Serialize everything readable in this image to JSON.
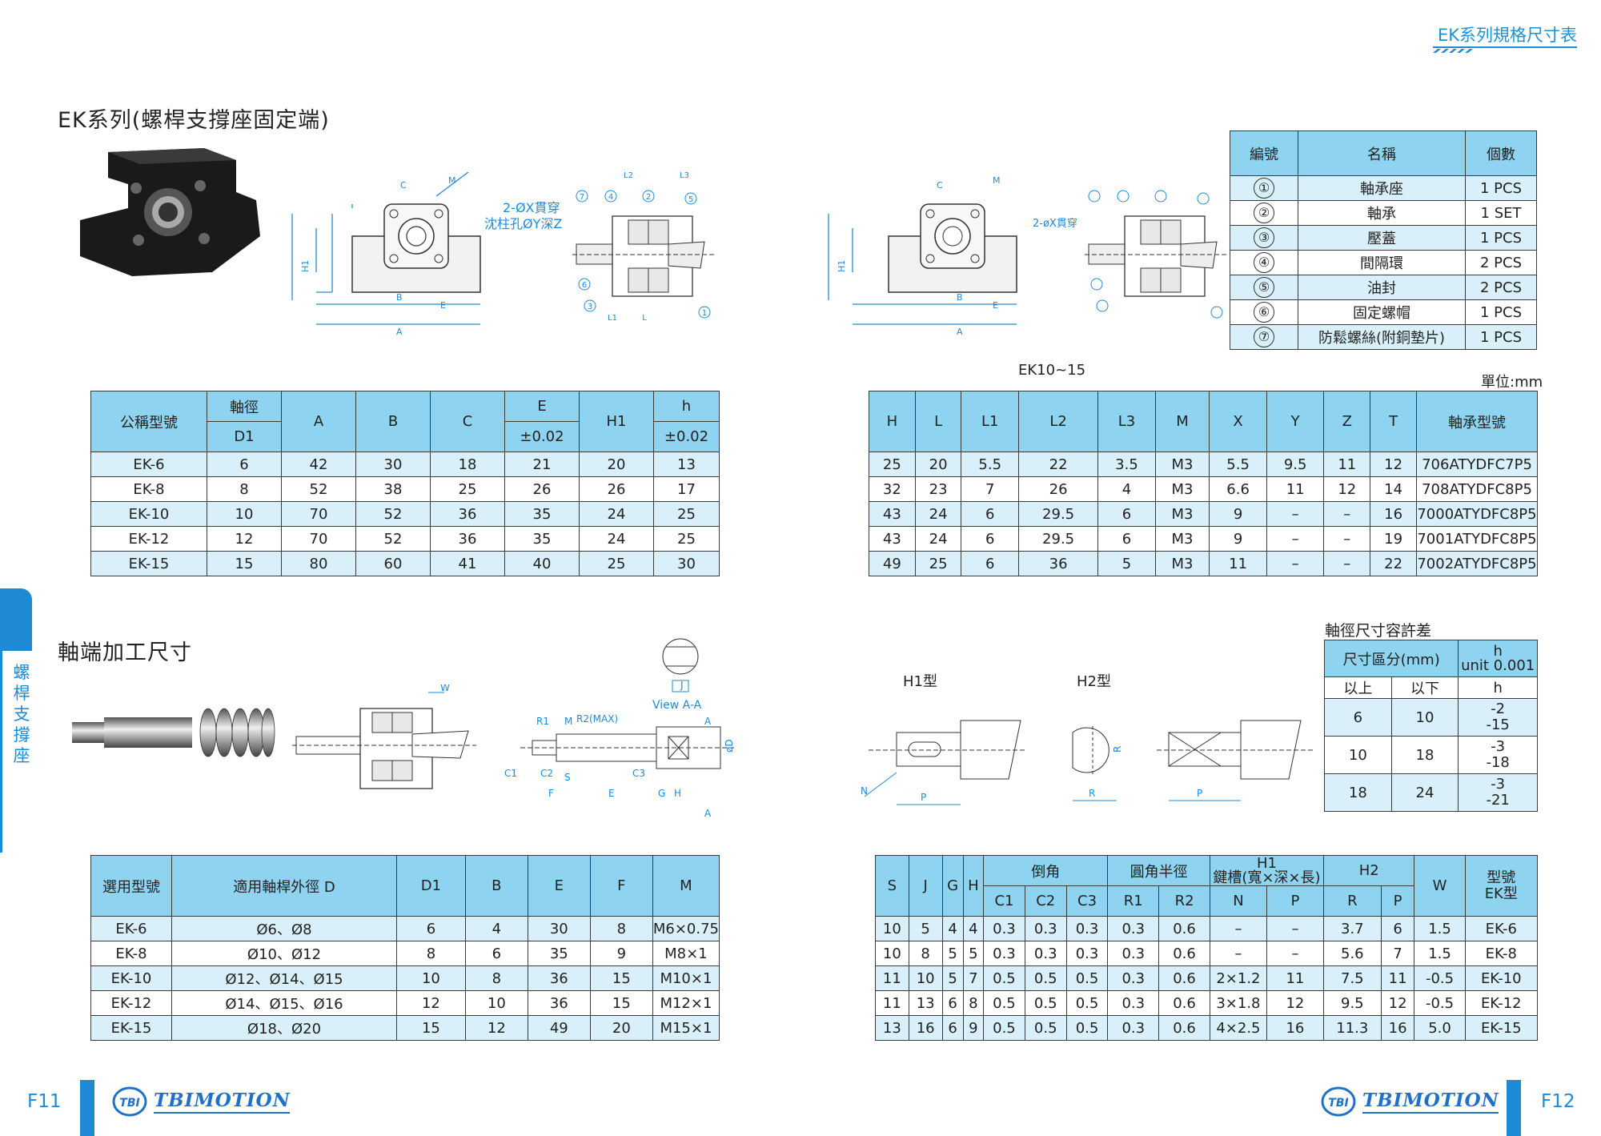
{
  "header": {
    "title": "EK系列規格尺寸表"
  },
  "section1": {
    "title": "EK系列(螺桿支撐座固定端)"
  },
  "section2": {
    "title": "軸端加工尺寸"
  },
  "sidebar": {
    "text": [
      "螺",
      "桿",
      "支",
      "撐",
      "座"
    ]
  },
  "parts_table": {
    "headers": [
      "編號",
      "名稱",
      "個數"
    ],
    "rows": [
      {
        "no": "①",
        "name": "軸承座",
        "qty": "1 PCS"
      },
      {
        "no": "②",
        "name": "軸承",
        "qty": "1 SET"
      },
      {
        "no": "③",
        "name": "壓蓋",
        "qty": "1 PCS"
      },
      {
        "no": "④",
        "name": "間隔環",
        "qty": "2 PCS"
      },
      {
        "no": "⑤",
        "name": "油封",
        "qty": "2 PCS"
      },
      {
        "no": "⑥",
        "name": "固定螺帽",
        "qty": "1 PCS"
      },
      {
        "no": "⑦",
        "name": "防鬆螺絲(附銅墊片)",
        "qty": "1 PCS"
      }
    ]
  },
  "drawing_labels": {
    "ek10_15": "EK10~15",
    "unit": "單位:mm",
    "hole_note1": "2-ØX貫穿",
    "hole_note2": "沈柱孔ØY深Z",
    "hole_note3": "2-øX貫穿",
    "h1_type": "H1型",
    "h2_type": "H2型",
    "view_a": "View A-A"
  },
  "dim_table_left": {
    "headers": [
      "公稱型號",
      "軸徑",
      "D1",
      "A",
      "B",
      "C",
      "E",
      "±0.02",
      "H1",
      "h",
      "±0.02"
    ],
    "rows": [
      [
        "EK-6",
        "6",
        "42",
        "30",
        "18",
        "21",
        "20",
        "13"
      ],
      [
        "EK-8",
        "8",
        "52",
        "38",
        "25",
        "26",
        "26",
        "17"
      ],
      [
        "EK-10",
        "10",
        "70",
        "52",
        "36",
        "35",
        "24",
        "25"
      ],
      [
        "EK-12",
        "12",
        "70",
        "52",
        "36",
        "35",
        "24",
        "25"
      ],
      [
        "EK-15",
        "15",
        "80",
        "60",
        "41",
        "40",
        "25",
        "30"
      ]
    ]
  },
  "dim_table_right": {
    "headers": [
      "H",
      "L",
      "L1",
      "L2",
      "L3",
      "M",
      "X",
      "Y",
      "Z",
      "T",
      "軸承型號"
    ],
    "rows": [
      [
        "25",
        "20",
        "5.5",
        "22",
        "3.5",
        "M3",
        "5.5",
        "9.5",
        "11",
        "12",
        "706ATYDFC7P5"
      ],
      [
        "32",
        "23",
        "7",
        "26",
        "4",
        "M3",
        "6.6",
        "11",
        "12",
        "14",
        "708ATYDFC8P5"
      ],
      [
        "43",
        "24",
        "6",
        "29.5",
        "6",
        "M3",
        "9",
        "–",
        "–",
        "16",
        "7000ATYDFC8P5"
      ],
      [
        "43",
        "24",
        "6",
        "29.5",
        "6",
        "M3",
        "9",
        "–",
        "–",
        "19",
        "7001ATYDFC8P5"
      ],
      [
        "49",
        "25",
        "6",
        "36",
        "5",
        "M3",
        "11",
        "–",
        "–",
        "22",
        "7002ATYDFC8P5"
      ]
    ]
  },
  "tolerance_table": {
    "title": "軸徑尺寸容許差",
    "headers": [
      "尺寸區分(mm)",
      "h",
      "unit 0.001",
      "以上",
      "以下",
      "h"
    ],
    "rows": [
      {
        "from": "6",
        "to": "10",
        "h1": "-2",
        "h2": "-15"
      },
      {
        "from": "10",
        "to": "18",
        "h1": "-3",
        "h2": "-18"
      },
      {
        "from": "18",
        "to": "24",
        "h1": "-3",
        "h2": "-21"
      }
    ]
  },
  "shaft_table_left": {
    "headers": [
      "選用型號",
      "適用軸桿外徑 D",
      "D1",
      "B",
      "E",
      "F",
      "M"
    ],
    "rows": [
      [
        "EK-6",
        "Ø6、Ø8",
        "6",
        "4",
        "30",
        "8",
        "M6×0.75"
      ],
      [
        "EK-8",
        "Ø10、Ø12",
        "8",
        "6",
        "35",
        "9",
        "M8×1"
      ],
      [
        "EK-10",
        "Ø12、Ø14、Ø15",
        "10",
        "8",
        "36",
        "15",
        "M10×1"
      ],
      [
        "EK-12",
        "Ø14、Ø15、Ø16",
        "12",
        "10",
        "36",
        "15",
        "M12×1"
      ],
      [
        "EK-15",
        "Ø18、Ø20",
        "15",
        "12",
        "49",
        "20",
        "M15×1"
      ]
    ]
  },
  "shaft_table_right": {
    "headers": [
      "S",
      "J",
      "G",
      "H",
      "倒角",
      "C1",
      "C2",
      "C3",
      "圓角半徑",
      "R1",
      "R2",
      "H1",
      "鍵槽(寬×深×長)",
      "N",
      "P",
      "H2",
      "R",
      "P",
      "W",
      "型號",
      "EK型"
    ],
    "rows": [
      [
        "10",
        "5",
        "4",
        "4",
        "0.3",
        "0.3",
        "0.3",
        "0.3",
        "0.6",
        "–",
        "–",
        "3.7",
        "6",
        "1.5",
        "EK-6"
      ],
      [
        "10",
        "8",
        "5",
        "5",
        "0.3",
        "0.3",
        "0.3",
        "0.3",
        "0.6",
        "–",
        "–",
        "5.6",
        "7",
        "1.5",
        "EK-8"
      ],
      [
        "11",
        "10",
        "5",
        "7",
        "0.5",
        "0.5",
        "0.5",
        "0.3",
        "0.6",
        "2×1.2",
        "11",
        "7.5",
        "11",
        "-0.5",
        "EK-10"
      ],
      [
        "11",
        "13",
        "6",
        "8",
        "0.5",
        "0.5",
        "0.5",
        "0.3",
        "0.6",
        "3×1.8",
        "12",
        "9.5",
        "12",
        "-0.5",
        "EK-12"
      ],
      [
        "13",
        "16",
        "6",
        "9",
        "0.5",
        "0.5",
        "0.5",
        "0.3",
        "0.6",
        "4×2.5",
        "16",
        "11.3",
        "16",
        "5.0",
        "EK-15"
      ]
    ]
  },
  "footer": {
    "page_left": "F11",
    "page_right": "F12",
    "logo_badge": "TBI",
    "logo_text": "TBIMOTION"
  },
  "colors": {
    "accent": "#1e8ad6",
    "header_fill": "#8ed3ef",
    "alt_row": "#d9f0fa"
  }
}
